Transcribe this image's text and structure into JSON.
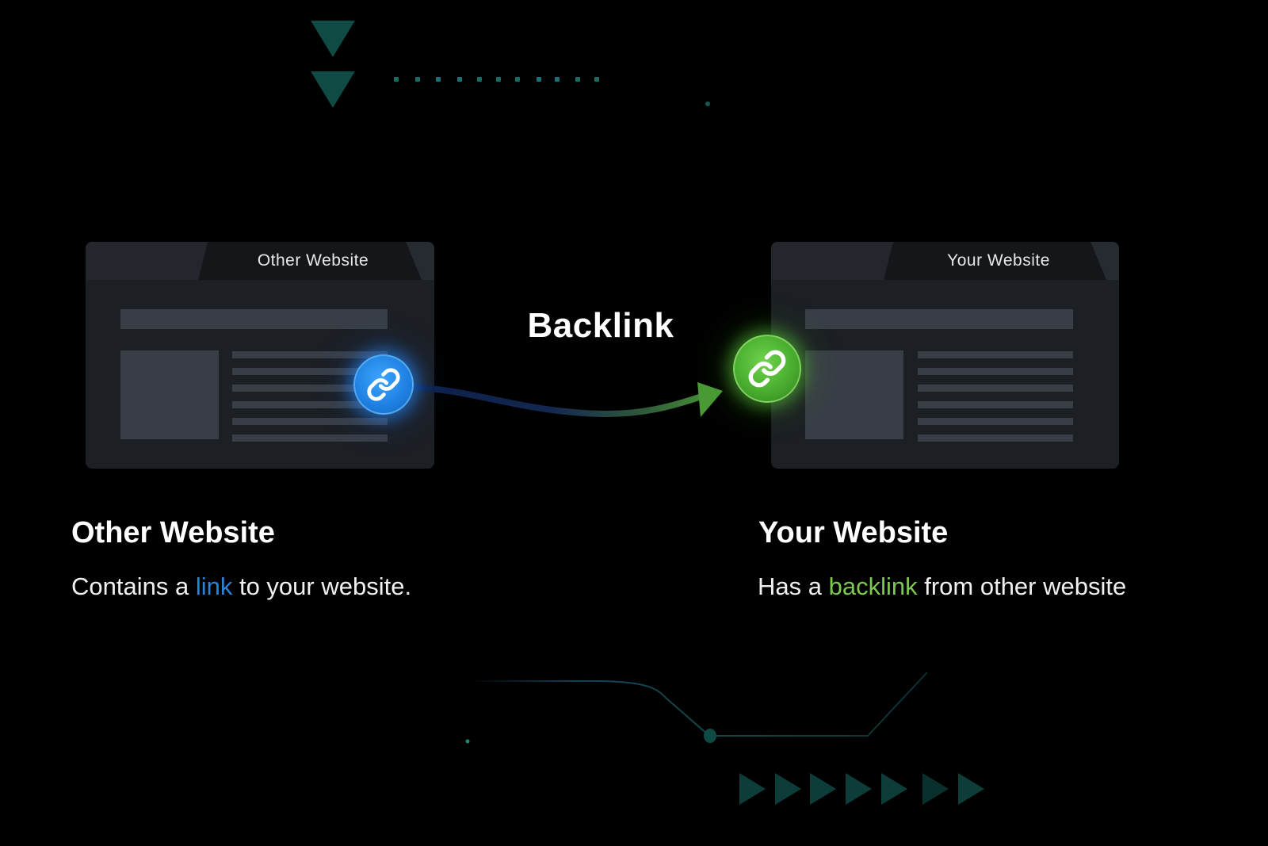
{
  "diagram": {
    "title": "Backlink",
    "source": {
      "card_label": "Other Website",
      "heading": "Other Website",
      "description_before": "Contains a ",
      "description_highlight": "link",
      "description_after": " to your website.",
      "icon": "link-chain-icon",
      "accent_color": "#2b82d9"
    },
    "target": {
      "card_label": "Your Website",
      "heading": "Your Website",
      "description_before": "Has a ",
      "description_highlight": "backlink",
      "description_after": " from other website",
      "icon": "link-chain-icon",
      "accent_color": "#7cc850"
    },
    "arrow": {
      "from": "Other Website",
      "to": "Your Website",
      "gradient_start": "#0d1f4a",
      "gradient_end": "#4a9a35"
    },
    "background_color": "#000000",
    "decor_color": "#0f4a44"
  }
}
